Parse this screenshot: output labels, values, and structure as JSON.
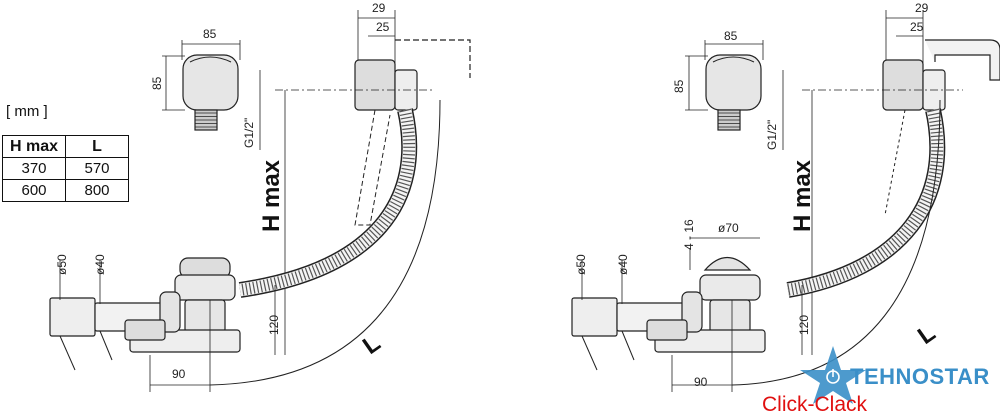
{
  "unit_label": "[ mm ]",
  "table": {
    "headers": [
      "H max",
      "L"
    ],
    "rows": [
      [
        "370",
        "570"
      ],
      [
        "600",
        "800"
      ]
    ]
  },
  "left": {
    "head_width": "85",
    "head_height": "85",
    "thread": "G1/2\"",
    "overflow_29": "29",
    "overflow_25": "25",
    "hmax": "H max",
    "d50": "ø50",
    "d40": "ø40",
    "h120": "120",
    "w90": "90",
    "L": "L"
  },
  "right": {
    "head_width": "85",
    "head_height": "85",
    "thread": "G1/2\"",
    "overflow_29": "29",
    "overflow_25": "25",
    "hmax": "H max",
    "d50": "ø50",
    "d40": "ø40",
    "h120": "120",
    "w90": "90",
    "L": "L",
    "plug_diameter": "ø70",
    "plug_lift": "4 - 16"
  },
  "watermark": {
    "brand": "TEHNOSTAR",
    "icon": "power-star-icon",
    "color": "#3a8fc8"
  },
  "model_name": "Click-Clack",
  "model_color": "#e01010"
}
